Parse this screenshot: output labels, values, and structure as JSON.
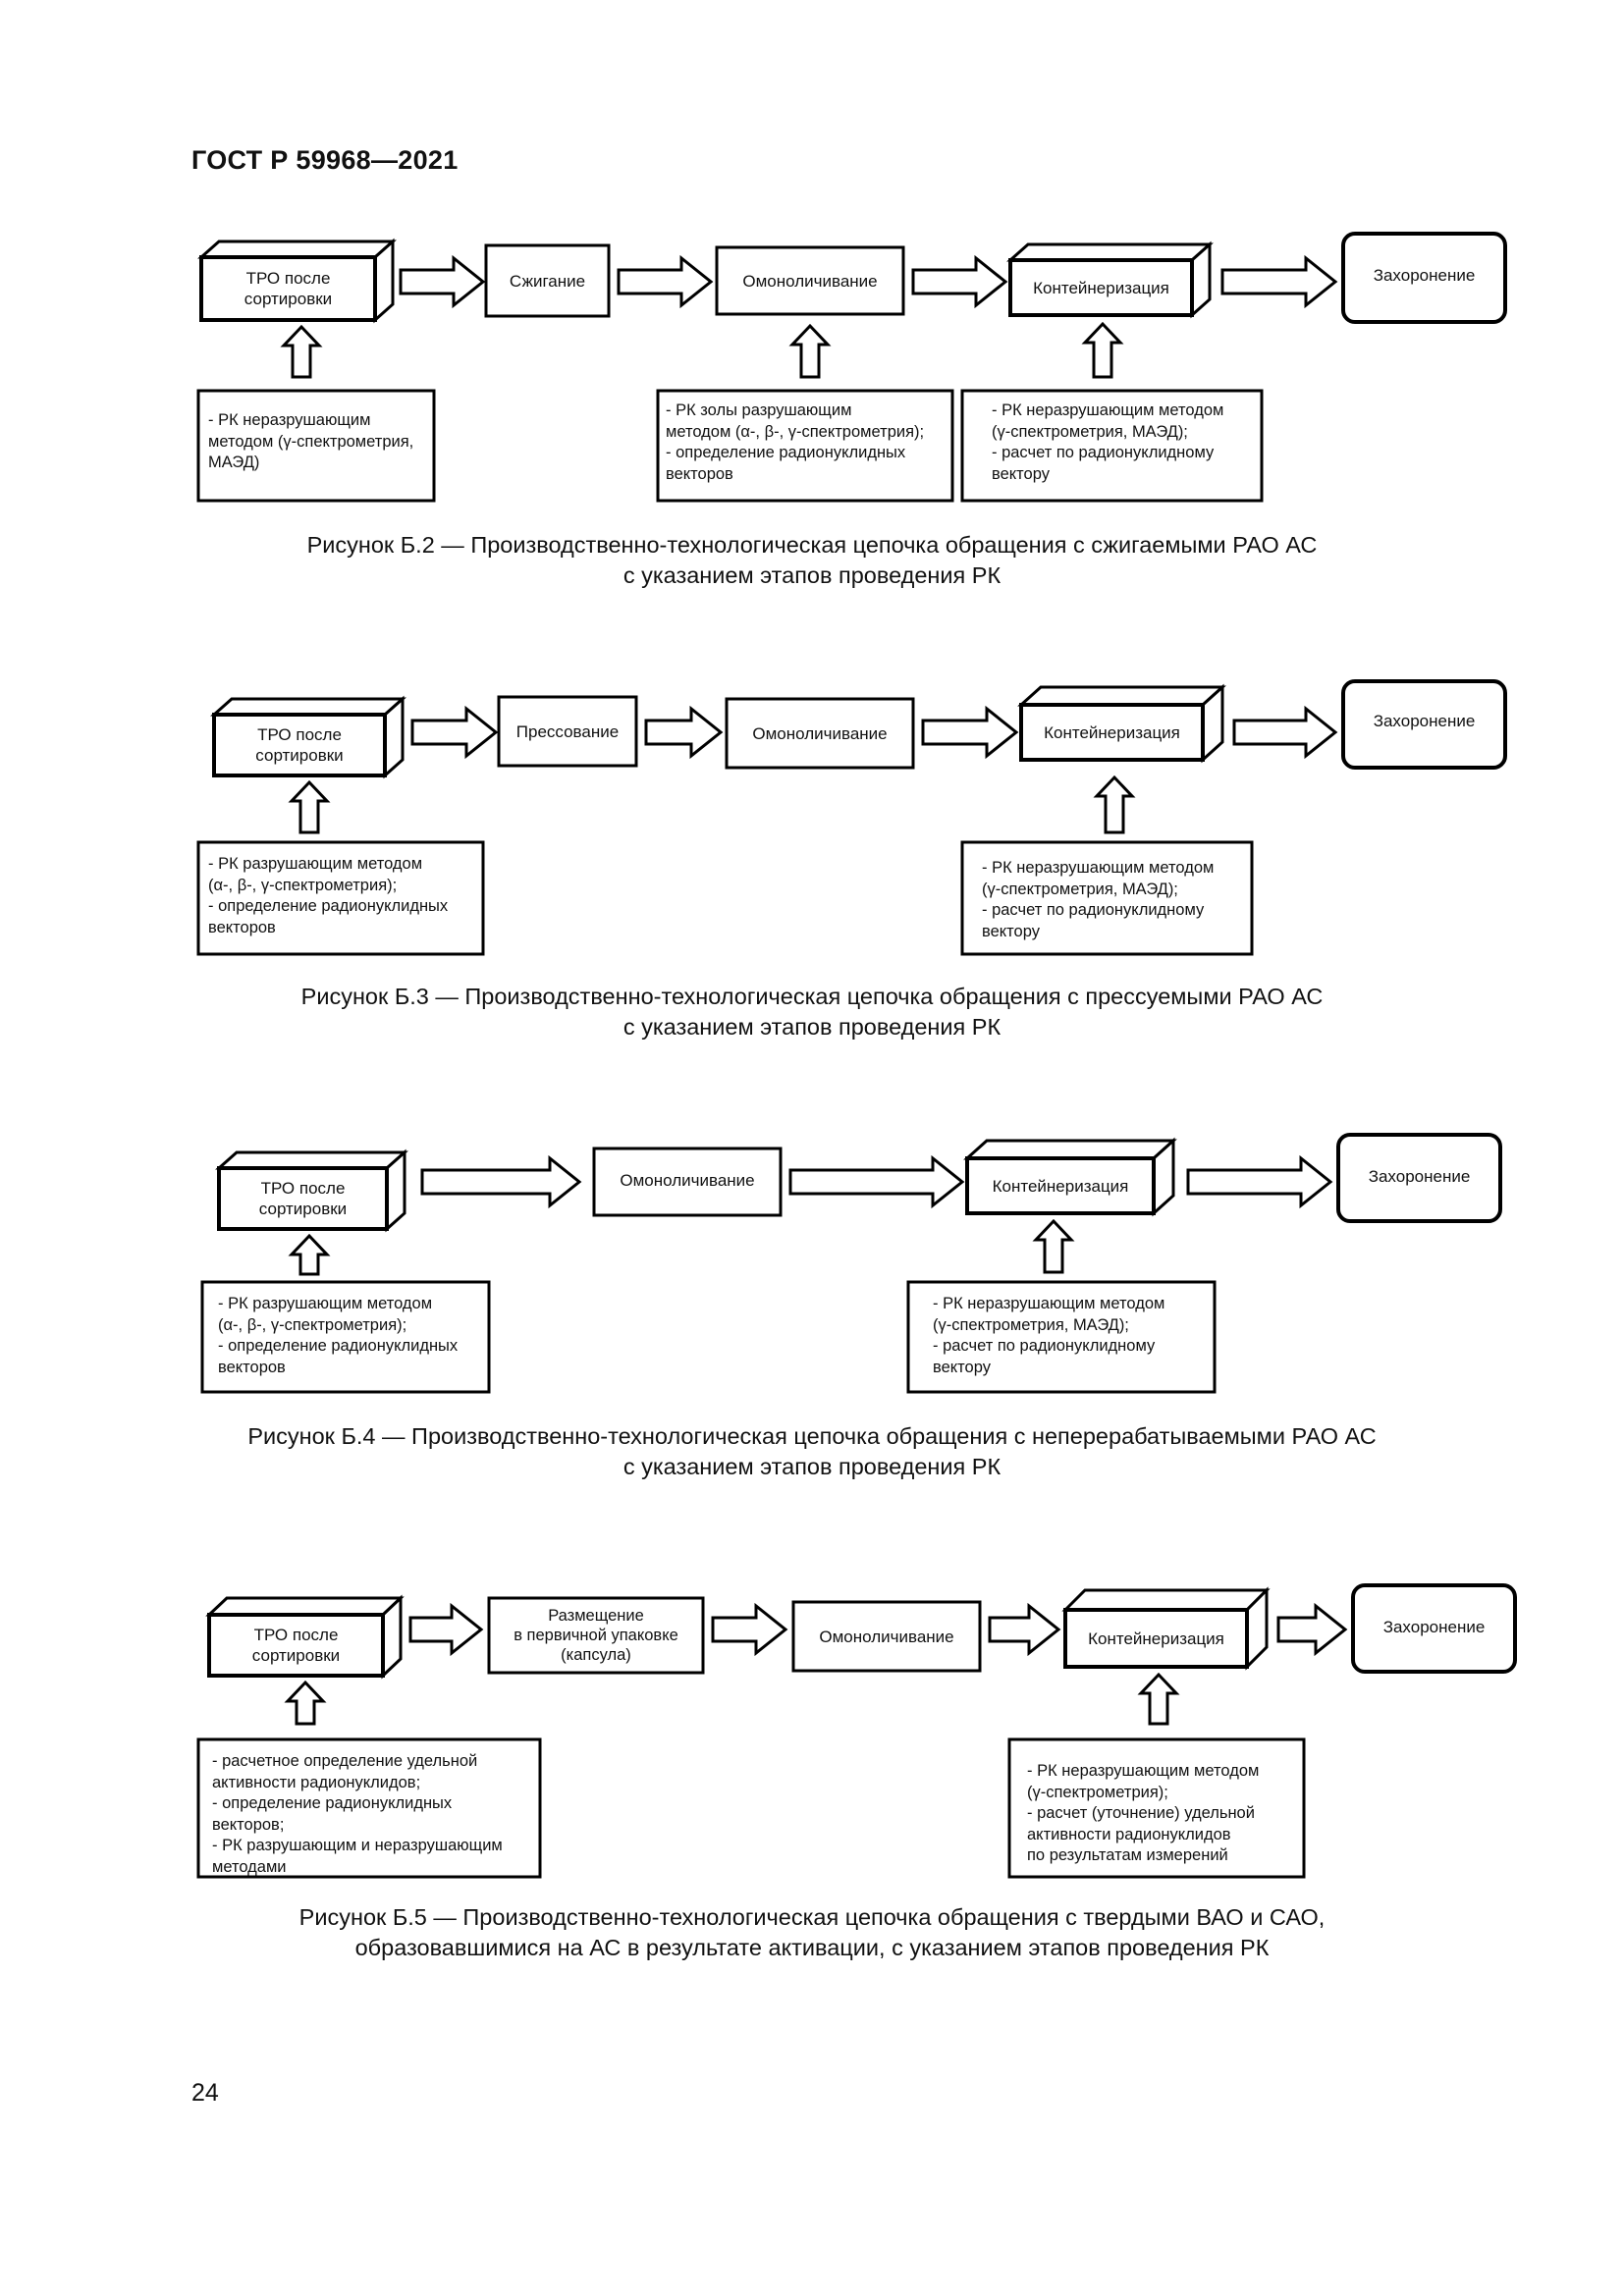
{
  "header": {
    "title": "ГОСТ Р 59968—2021"
  },
  "page_number": "24",
  "figures": [
    {
      "id": "b2",
      "steps": [
        "ТРО после\nсортировки",
        "Сжигание",
        "Омоноличивание",
        "Контейнеризация",
        "Захоронение"
      ],
      "notes": [
        "- РК неразрушающим\nметодом (γ-спектрометрия,\nМАЭД)",
        "- РК золы разрушающим\nметодом (α-, β-, γ-спектрометрия);\n- определение радионуклидных\nвекторов",
        "- РК неразрушающим методом\n(γ-спектрометрия, МАЭД);\n- расчет по радионуклидному\nвектору"
      ],
      "caption": [
        "Рисунок Б.2 — Производственно-технологическая цепочка обращения с сжигаемыми РАО АС",
        "с указанием этапов проведения РК"
      ]
    },
    {
      "id": "b3",
      "steps": [
        "ТРО после\nсортировки",
        "Прессование",
        "Омоноличивание",
        "Контейнеризация",
        "Захоронение"
      ],
      "notes": [
        "- РК разрушающим методом\n(α-, β-, γ-спектрометрия);\n- определение радионуклидных\nвекторов",
        "- РК неразрушающим методом\n(γ-спектрометрия, МАЭД);\n- расчет по радионуклидному\nвектору"
      ],
      "caption": [
        "Рисунок Б.3 — Производственно-технологическая цепочка обращения с прессуемыми РАО АС",
        "с указанием этапов проведения РК"
      ]
    },
    {
      "id": "b4",
      "steps": [
        "ТРО после\nсортировки",
        "Омоноличивание",
        "Контейнеризация",
        "Захоронение"
      ],
      "notes": [
        "- РК разрушающим методом\n(α-, β-, γ-спектрометрия);\n- определение радионуклидных\nвекторов",
        "- РК неразрушающим методом\n(γ-спектрометрия, МАЭД);\n- расчет по радионуклидному\nвектору"
      ],
      "caption": [
        "Рисунок Б.4 — Производственно-технологическая цепочка обращения с неперерабатываемыми РАО АС",
        "с указанием этапов проведения РК"
      ]
    },
    {
      "id": "b5",
      "steps": [
        "ТРО после\nсортировки",
        "Размещение\nв первичной упаковке\n(капсула)",
        "Омоноличивание",
        "Контейнеризация",
        "Захоронение"
      ],
      "notes": [
        "- расчетное определение удельной\nактивности радионуклидов;\n- определение радионуклидных\nвекторов;\n- РК разрушающим и неразрушающим\nметодами",
        "- РК неразрушающим методом\n(γ-спектрометрия);\n- расчет (уточнение) удельной\nактивности радионуклидов\nпо результатам измерений"
      ],
      "caption": [
        "Рисунок Б.5 — Производственно-технологическая цепочка обращения с твердыми ВАО и САО,",
        "образовавшимися на АС в результате активации, с указанием этапов проведения РК"
      ]
    }
  ]
}
